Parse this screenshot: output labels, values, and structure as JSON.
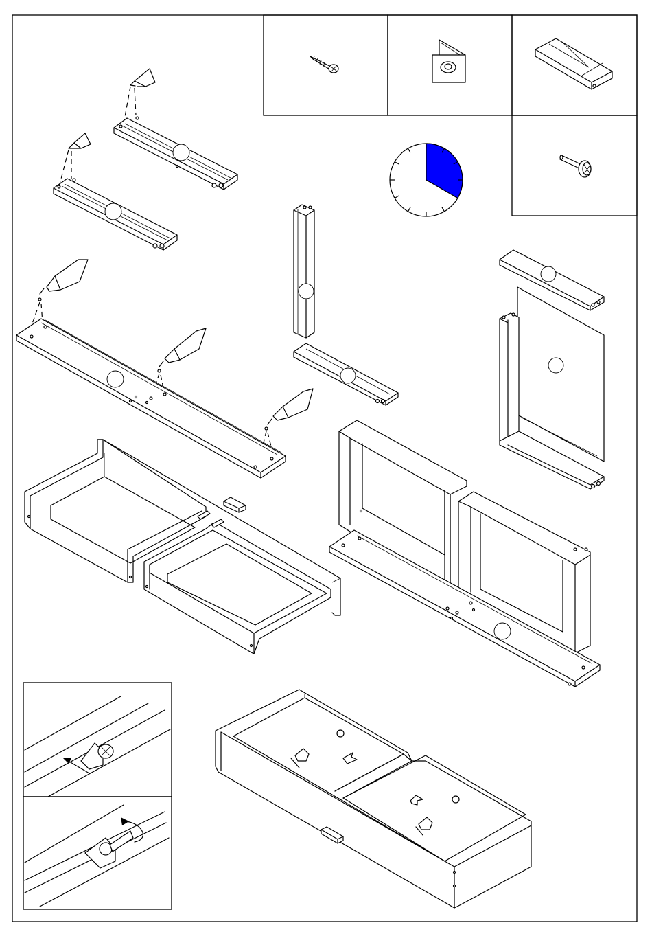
{
  "figure": {
    "parts_box_icons": [
      "wood-screw-icon",
      "corner-bracket-icon",
      "drawer-handle-icon",
      "connector-bolt-icon"
    ],
    "timer": {
      "fraction": 0.333,
      "fill_color": "#0000ff",
      "tick_count": 12
    },
    "colors": {
      "line": "#000000",
      "background": "#ffffff",
      "timer_fill": "#0000ff"
    },
    "panels": [
      "shelf-panel-upper",
      "shelf-panel-lower",
      "long-base-panel",
      "vertical-side-panel",
      "short-shelf-panel",
      "back-frame-assembly",
      "open-drawer-left",
      "open-drawer-right",
      "cabinet-frame-left",
      "cabinet-frame-right",
      "long-base-board",
      "twin-drawer-bottom-view"
    ],
    "detail_views": [
      "bracket-slide-detail",
      "bolt-tighten-detail"
    ]
  }
}
